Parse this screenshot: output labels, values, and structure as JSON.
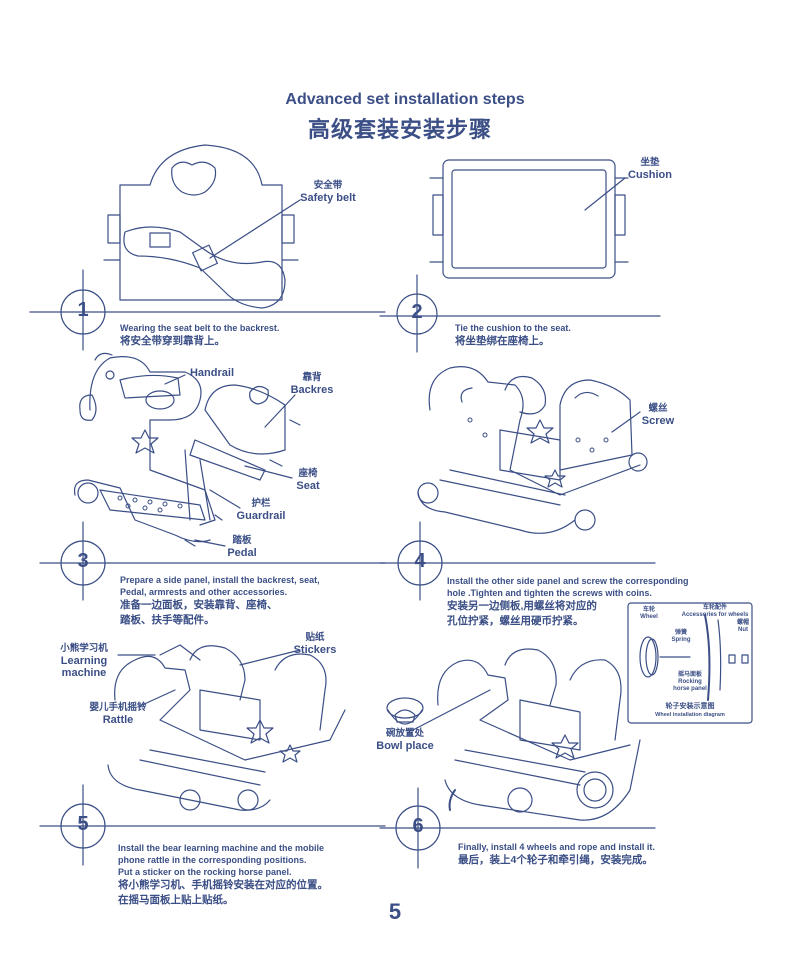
{
  "header": {
    "title_en": "Advanced set installation steps",
    "title_zh": "高级套装安装步骤"
  },
  "steps": [
    {
      "number": "1",
      "caption_en": "Wearing the seat belt to the backrest.",
      "caption_zh": "将安全带穿到靠背上。"
    },
    {
      "number": "2",
      "caption_en": "Tie the cushion to the seat.",
      "caption_zh": "将坐垫绑在座椅上。"
    },
    {
      "number": "3",
      "caption_en_1": "Prepare a side panel, install the backrest, seat,",
      "caption_en_2": "Pedal, armrests and other accessories.",
      "caption_zh_1": "准备一边面板，安装靠背、座椅、",
      "caption_zh_2": "踏板、扶手等配件。"
    },
    {
      "number": "4",
      "caption_en_1": "Install the other side panel and screw the corresponding",
      "caption_en_2": "hole .Tighten and tighten the screws with coins.",
      "caption_zh_1": "安装另一边侧板,用螺丝将对应的",
      "caption_zh_2": "孔位拧紧，螺丝用硬币拧紧。"
    },
    {
      "number": "5",
      "caption_en_1": "Install the bear learning machine and the mobile",
      "caption_en_2": "phone rattle in the corresponding positions.",
      "caption_en_3": "Put a sticker on the rocking horse panel.",
      "caption_zh_1": "将小熊学习机、手机摇铃安装在对应的位置。",
      "caption_zh_2": "在摇马面板上贴上贴纸。"
    },
    {
      "number": "6",
      "caption_en": "Finally, install 4 wheels and rope and install it.",
      "caption_zh": "最后，装上4个轮子和牵引绳，安装完成。"
    }
  ],
  "labels": {
    "safety_belt_zh": "安全带",
    "safety_belt_en": "Safety belt",
    "cushion_zh": "坐垫",
    "cushion_en": "Cushion",
    "handrail_en": "Handrail",
    "backres_zh": "靠背",
    "backres_en": "Backres",
    "seat_zh": "座椅",
    "seat_en": "Seat",
    "guardrail_zh": "护栏",
    "guardrail_en": "Guardrail",
    "pedal_zh": "踏板",
    "pedal_en": "Pedal",
    "screw_zh": "螺丝",
    "screw_en": "Screw",
    "learning_zh": "小熊学习机",
    "learning_en_1": "Learning",
    "learning_en_2": "machine",
    "stickers_zh": "贴纸",
    "stickers_en": "Stickers",
    "rattle_zh": "婴儿手机摇铃",
    "rattle_en": "Rattle",
    "bowl_zh": "碗放置处",
    "bowl_en": "Bowl place"
  },
  "wheel_diagram": {
    "wheel_zh": "车轮",
    "wheel_en": "Wheel",
    "accessories_zh": "车轮配件",
    "accessories_en": "Accessories for wheels",
    "nut_zh": "螺帽",
    "nut_en": "Nut",
    "spring_zh": "弹簧",
    "spring_en": "Spring",
    "panel_zh": "摇马面板",
    "panel_en_1": "Rocking",
    "panel_en_2": "horse panel",
    "title_zh": "轮子安装示意图",
    "title_en": "Wheel  installation  diagram"
  },
  "page_number": "5"
}
